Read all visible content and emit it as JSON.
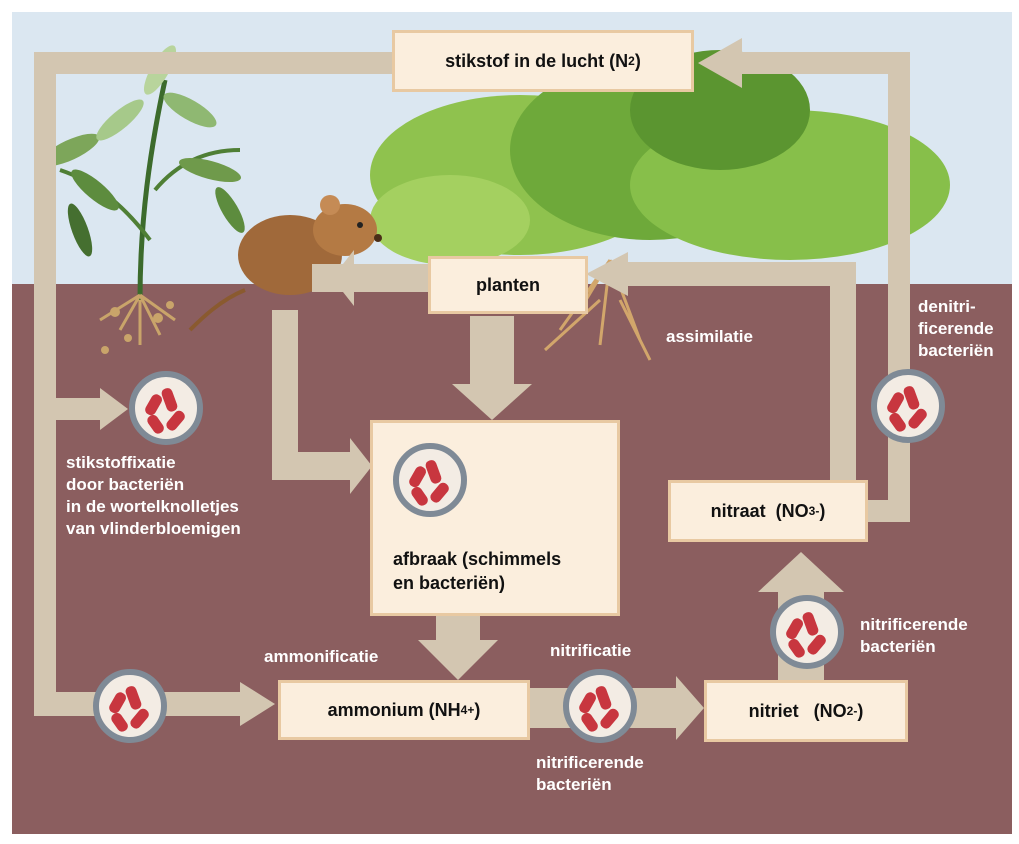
{
  "nodes": {
    "lucht": {
      "text": "stikstof in de lucht (N",
      "sub": "2",
      "close": ")"
    },
    "planten": "planten",
    "afbraak": [
      "afbraak (schimmels",
      "en bacteriën)"
    ],
    "ammonium": {
      "text": "ammonium (NH",
      "sub": "4",
      "sup": "+",
      "close": ")"
    },
    "nitriet": {
      "text": "nitriet   (NO",
      "sub": "2",
      "sup": "-",
      "close": ")"
    },
    "nitraat": {
      "text": "nitraat  (NO",
      "sub": "3",
      "sup": "-",
      "close": ")"
    }
  },
  "labels": {
    "stikstoffixatie": [
      "stikstoffixatie",
      "door bacteriën",
      "in de wortelknolletjes",
      "van vlinderbloemigen"
    ],
    "assimilatie": "assimilatie",
    "denitrificerende": [
      "denitri-",
      "ficerende",
      "bacteriën"
    ],
    "ammonificatie": "ammonificatie",
    "nitrificatie": "nitrificatie",
    "nitrificerende_onder": [
      "nitrificerende",
      "bacteriën"
    ],
    "nitrificerende_rechts": [
      "nitrificerende",
      "bacteriën"
    ]
  },
  "colors": {
    "sky": "#dbe7f1",
    "soil": "#8b5e5f",
    "arrow": "#d3c6b1",
    "box_fill": "#fbeedd",
    "box_border": "#e8c9a2",
    "bacteria": "#c8363f",
    "circle_ring": "#7f8a96"
  }
}
